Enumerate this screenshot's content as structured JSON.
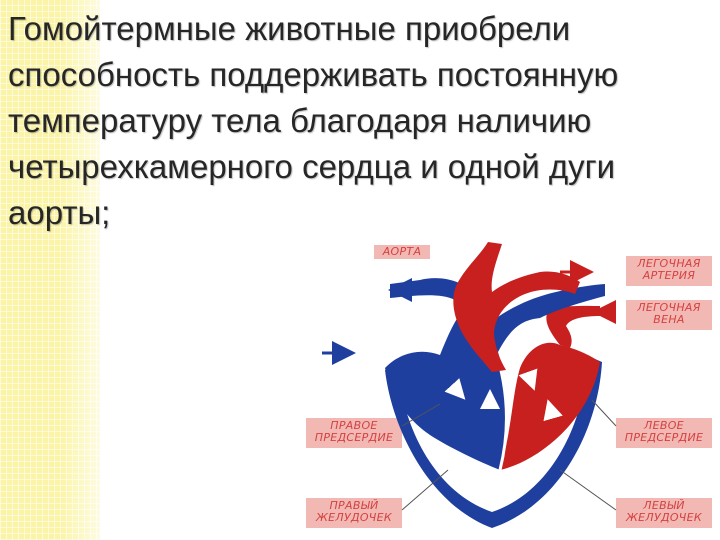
{
  "title_lines": [
    "Гомойтермные животные приобрели",
    "способность поддерживать постоянную",
    "температуру тела благодаря наличию",
    "четырехкамерного сердца и одной дуги",
    "аорты;"
  ],
  "labels": {
    "aorta": "АОРТА",
    "pulmonary_artery": [
      "ЛЕГОЧНАЯ",
      "АРТЕРИЯ"
    ],
    "pulmonary_vein": [
      "ЛЕГОЧНАЯ",
      "ВЕНА"
    ],
    "right_atrium": [
      "ПРАВОЕ",
      "ПРЕДСЕРДИЕ"
    ],
    "left_atrium": [
      "ЛЕВОЕ",
      "ПРЕДСЕРДИЕ"
    ],
    "right_ventricle": [
      "ПРАВЫЙ",
      "ЖЕЛУДОЧЕК"
    ],
    "left_ventricle": [
      "ЛЕВЫЙ",
      "ЖЕЛУДОЧЕК"
    ]
  },
  "colors": {
    "oxygenated": "#c8201f",
    "deoxygenated": "#1f3f9f",
    "label_box": "#f2b8b4",
    "stripe": "#fbf4a6"
  }
}
